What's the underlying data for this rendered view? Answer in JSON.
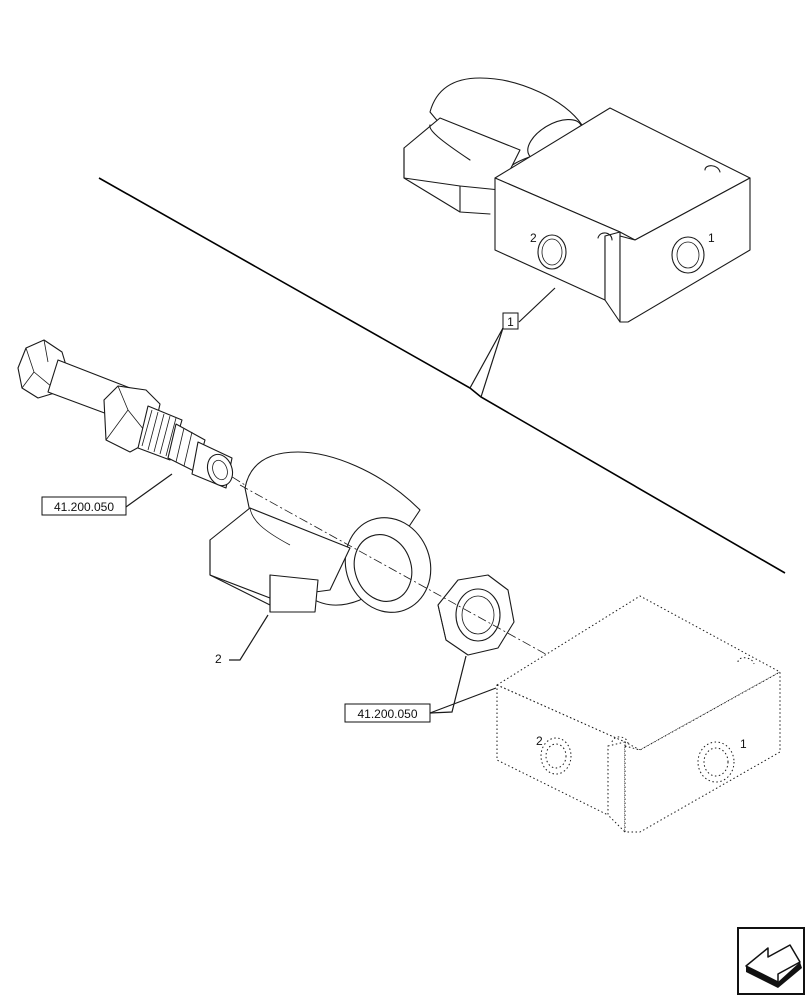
{
  "callouts": {
    "item_1": "1",
    "item_2": "2",
    "ref_cartridge": "41.200.050",
    "ref_nut": "41.200.050"
  },
  "navigation_icon": "next-page-arrow-icon"
}
